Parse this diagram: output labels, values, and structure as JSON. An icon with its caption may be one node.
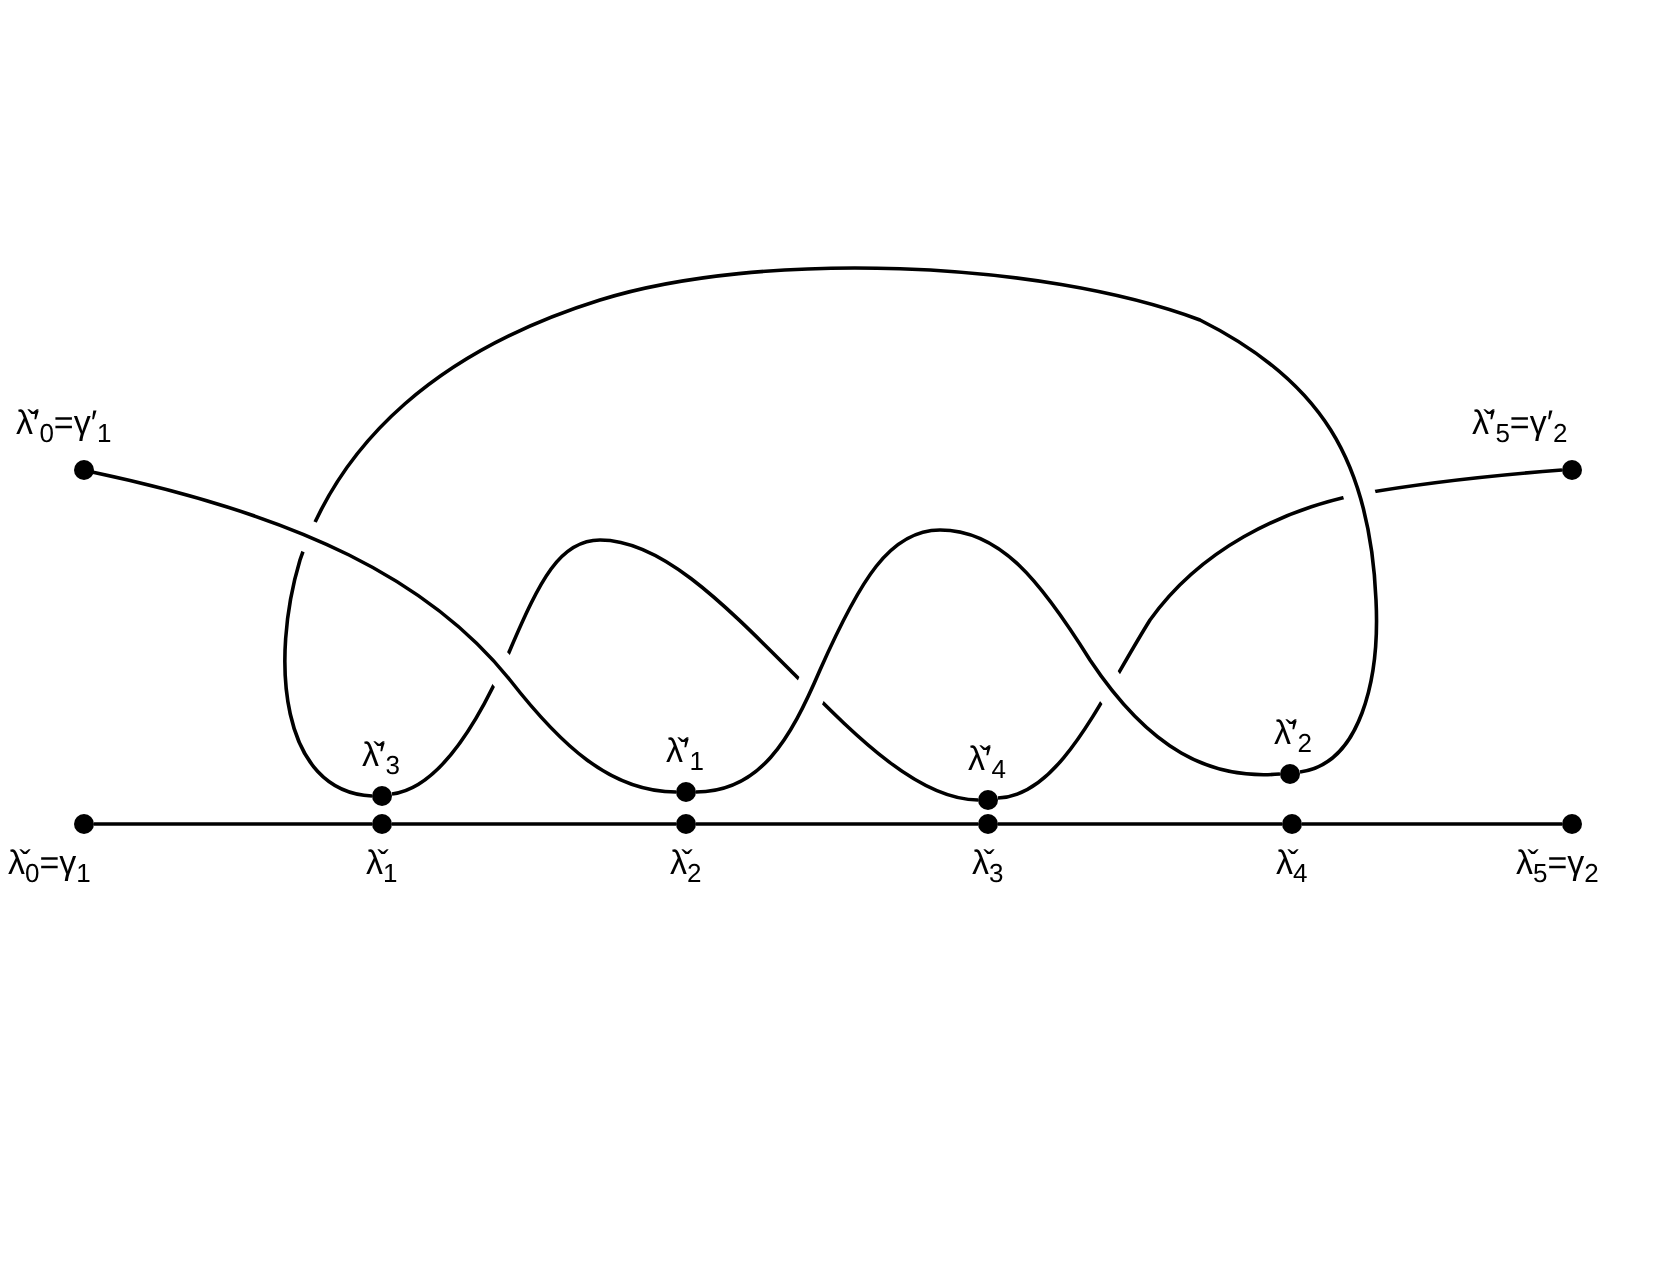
{
  "diagram": {
    "nodes": [
      {
        "text": [
          "λ̌′$_{0}$=γ′$_{1}$"
        ]
      },
      {
        "text": [
          "λ̌′$_{5}$=γ′$_{2}$"
        ]
      },
      {
        "text": [
          "λ̌′$_{3}$"
        ]
      },
      {
        "text": [
          "λ̌′$_{1}$"
        ]
      },
      {
        "text": [
          "λ̌′$_{4}$"
        ]
      },
      {
        "text": [
          "λ̌′$_{2}$"
        ]
      },
      {
        "text": [
          "λ̌$_{0}$=γ$_{1}$"
        ]
      },
      {
        "text": [
          "λ̌$_{1}$"
        ]
      },
      {
        "text": [
          "λ̌$_{2}$"
        ]
      },
      {
        "text": [
          "λ̌$_{3}$"
        ]
      },
      {
        "text": [
          "λ̌$_{4}$"
        ]
      },
      {
        "text": [
          "λ̌$_{5}$=γ$_{2}$"
        ]
      }
    ],
    "edges": [
      {
        "from": 0,
        "to": 3,
        "arrow": "none"
      },
      {
        "from": 3,
        "to": 5,
        "arrow": "none"
      },
      {
        "from": 5,
        "to": 2,
        "arrow": "none"
      },
      {
        "from": 2,
        "to": 4,
        "arrow": "none"
      },
      {
        "from": 4,
        "to": 1,
        "arrow": "none"
      },
      {
        "from": 6,
        "to": 7,
        "arrow": "none"
      },
      {
        "from": 7,
        "to": 8,
        "arrow": "none"
      },
      {
        "from": 8,
        "to": 9,
        "arrow": "none"
      },
      {
        "from": 9,
        "to": 10,
        "arrow": "none"
      },
      {
        "from": 10,
        "to": 11,
        "arrow": "none"
      }
    ]
  }
}
